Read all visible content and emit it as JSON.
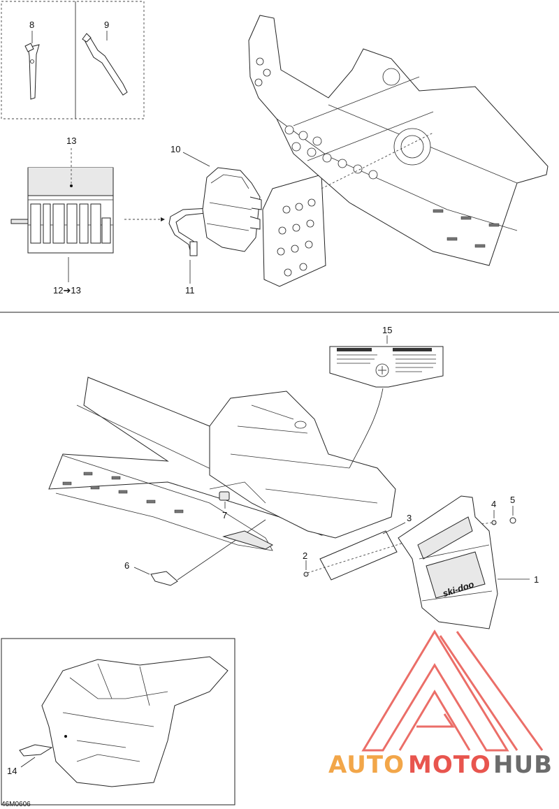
{
  "diagram": {
    "drawing_code": "46M0606",
    "callouts": [
      {
        "id": "c8",
        "text": "8"
      },
      {
        "id": "c9",
        "text": "9"
      },
      {
        "id": "c13",
        "text": "13"
      },
      {
        "id": "c12",
        "text": "12➔13"
      },
      {
        "id": "c10",
        "text": "10"
      },
      {
        "id": "c11",
        "text": "11"
      },
      {
        "id": "c15",
        "text": "15"
      },
      {
        "id": "c7",
        "text": "7"
      },
      {
        "id": "c6",
        "text": "6"
      },
      {
        "id": "c2",
        "text": "2"
      },
      {
        "id": "c3",
        "text": "3"
      },
      {
        "id": "c4",
        "text": "4"
      },
      {
        "id": "c5",
        "text": "5"
      },
      {
        "id": "c1",
        "text": "1"
      },
      {
        "id": "c14",
        "text": "14"
      }
    ],
    "decal_brand": "ski-doo"
  },
  "watermark": {
    "part1": "AUTO",
    "part2": "MOTO",
    "part3": "HUB",
    "color_orange": "#f2a649",
    "color_red": "#e8554e",
    "color_gray": "#6b6b6b"
  }
}
